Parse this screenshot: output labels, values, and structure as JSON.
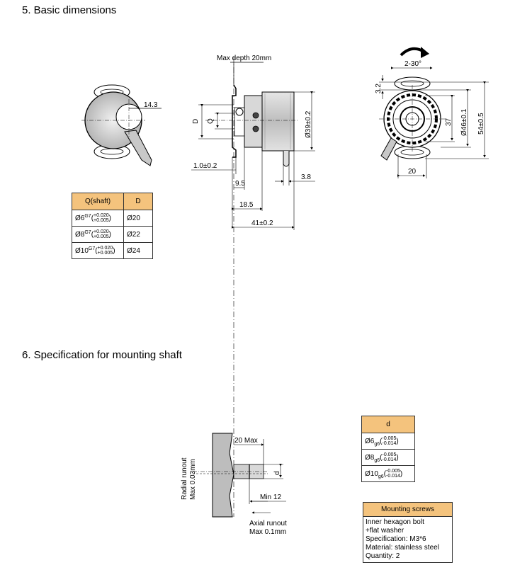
{
  "headings": {
    "section5": "5.  Basic dimensions",
    "section6": "6. Specification for mounting shaft"
  },
  "labels": {
    "max_depth": "Max depth 20mm",
    "rotation": "2-30°",
    "dim_14_3": "14.3",
    "d_label": "D",
    "q_label": "Q",
    "dim_39": "Ø39±0.2",
    "dim_1_0": "1.0±0.2",
    "dim_9_5": "9.5",
    "dim_3_8": "3.8",
    "dim_18_5": "18.5",
    "dim_41": "41±0.2",
    "dim_3_2": "3.2",
    "dim_37": "37",
    "dim_46": "Ø46±0.1",
    "dim_54": "54±0.5",
    "dim_20": "20",
    "dim_20_max": "20 Max",
    "dim_min_12": "Min 12",
    "small_d": "d",
    "radial_runout_1": "Radial runout",
    "radial_runout_2": "Max 0.03mm",
    "axial_runout_1": "Axial runout",
    "axial_runout_2": "Max 0.1mm"
  },
  "q_table": {
    "headers": [
      "Q(shaft)",
      "D"
    ],
    "rows": [
      {
        "q": "Ø6",
        "fit": "G7",
        "upper": "+0.020",
        "lower": "+0.005",
        "d": "Ø20"
      },
      {
        "q": "Ø8",
        "fit": "G7",
        "upper": "+0.020",
        "lower": "+0.005",
        "d": "Ø22"
      },
      {
        "q": "Ø10",
        "fit": "G7",
        "upper": "+0.020",
        "lower": "+0.005",
        "d": "Ø24"
      }
    ]
  },
  "d_table": {
    "header": "d",
    "rows": [
      {
        "d": "Ø6",
        "fit": "g6",
        "upper": "-0.005",
        "lower": "-0.014"
      },
      {
        "d": "Ø8",
        "fit": "g6",
        "upper": "-0.005",
        "lower": "-0.014"
      },
      {
        "d": "Ø10",
        "fit": "g6",
        "upper": "-0.005",
        "lower": "-0.014"
      }
    ]
  },
  "mounting_screws": {
    "title": "Mounting screws",
    "lines": [
      "Inner hexagon bolt",
      "+flat washer",
      "Specification: M3*6",
      "Material: stainless steel",
      "Quantity: 2"
    ]
  }
}
